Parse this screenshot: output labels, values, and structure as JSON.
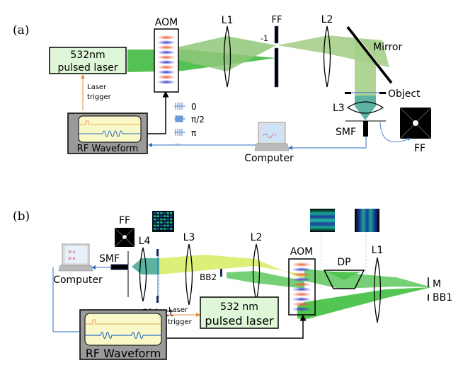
{
  "panel_a": {
    "panel_label": "(a)",
    "laser": {
      "line1": "532nm",
      "line2": "pulsed laser"
    },
    "laser_trigger": {
      "line1": "Laser",
      "line2": "trigger"
    },
    "rf_waveform": "RF Waveform",
    "aom": "AOM",
    "lens_1": "L1",
    "lens_2": "L2",
    "lens_3": "L3",
    "fourier_filter": "FF",
    "diffraction_order": "-1",
    "mirror": "Mirror",
    "object": "Object",
    "smf": "SMF",
    "ff_mask": "FF",
    "computer": "Computer",
    "phases": [
      "0",
      "π/2",
      "π",
      "..."
    ]
  },
  "panel_b": {
    "panel_label": "(b)",
    "laser": {
      "line1": "532 nm",
      "line2": "pulsed laser"
    },
    "laser_trigger": {
      "line1": "Laser",
      "line2": "trigger"
    },
    "rf_waveform": "RF Waveform",
    "aom": "AOM",
    "dove_prism": "DP",
    "lens_1": "L1",
    "lens_2": "L2",
    "lens_3": "L3",
    "lens_4": "L4",
    "beam_block_1": "BB1",
    "beam_block_2": "BB2",
    "mirror": "M",
    "object": "Object",
    "smf": "SMF",
    "ff_mask": "FF",
    "computer": "Computer"
  },
  "colors": {
    "beam_green": "#4cbf4c",
    "beam_light_green": "#a6cf8a",
    "beam_yellow": "#d9ec6a",
    "beam_teal": "#5bb3a0",
    "laser_box": "#dff7d8",
    "rf_box": "#9a9a9a",
    "rf_screen": "#f8f8c8",
    "aom_red": "#f05a3a",
    "aom_blue": "#4a4ad0",
    "signal_blue": "#2b6fc4",
    "trigger_orange": "#e88a3a"
  }
}
